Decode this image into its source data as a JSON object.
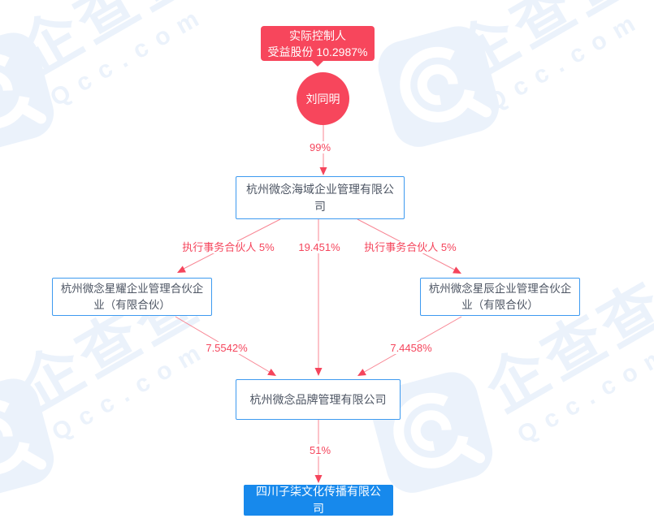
{
  "watermark": {
    "brand_text": "企查查",
    "domain_text": "Qcc.com",
    "color": "#EBF2FB",
    "logo_icon": "qcc-magnifier-logo"
  },
  "colors": {
    "accent_red": "#F7465C",
    "label_red": "#F5455C",
    "connector_pink": "#F88593",
    "node_border_blue": "#3D9AF0",
    "target_fill_blue": "#1789EC",
    "node_text_gray": "#4D5563"
  },
  "diagram": {
    "tooltip": {
      "line1": "实际控制人",
      "line2": "受益股份 10.2987%"
    },
    "person": {
      "name": "刘同明"
    },
    "companies": {
      "holding": "杭州微念海域企业管理有限公司",
      "partner_left": "杭州微念星耀企业管理合伙企业（有限合伙）",
      "partner_right": "杭州微念星辰企业管理合伙企业（有限合伙）",
      "brand": "杭州微念品牌管理有限公司",
      "target": "四川子柒文化传播有限公司"
    },
    "edge_labels": {
      "person_to_holding": "99%",
      "exec_partner_left": "执行事务合伙人 5%",
      "holding_to_brand": "19.451%",
      "exec_partner_right": "执行事务合伙人 5%",
      "partner_left_to_brand": "7.5542%",
      "partner_right_to_brand": "7.4458%",
      "brand_to_target": "51%"
    }
  }
}
